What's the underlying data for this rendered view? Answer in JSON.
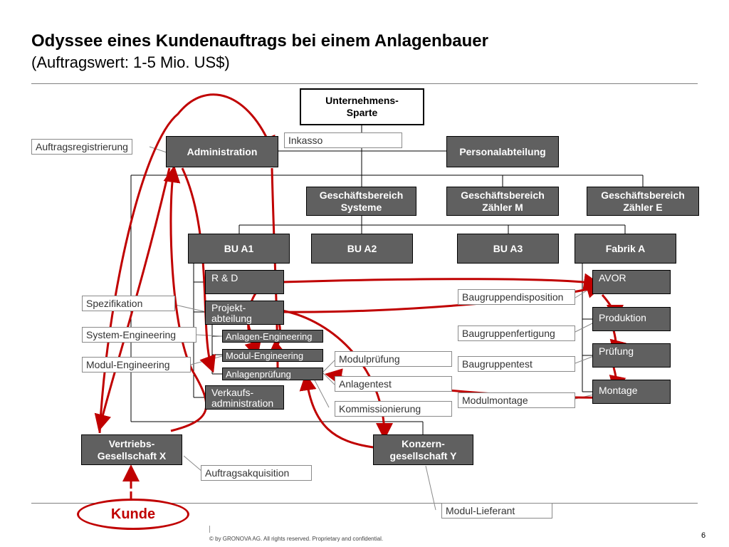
{
  "header": {
    "title": "Odyssee eines Kundenauftrags bei einem Anlagenbauer",
    "subtitle": "(Auftragswert: 1-5 Mio. US$)"
  },
  "org": {
    "top": "Unternehmens-\nSparte",
    "administration": "Administration",
    "personal": "Personalabteilung",
    "gb_systeme": "Geschäftsbereich\nSysteme",
    "gb_m": "Geschäftsbereich\nZähler M",
    "gb_e": "Geschäftsbereich\nZähler E",
    "bu_a1": "BU A1",
    "bu_a2": "BU A2",
    "bu_a3": "BU A3",
    "fabrik_a": "Fabrik A",
    "rd": "R & D",
    "projekt": "Projekt-\nabteilung",
    "anlagen_eng": "Anlagen-Engineering",
    "modul_eng": "Modul-Engineering",
    "anlagenpruefung": "Anlagenprüfung",
    "verkaufs": "Verkaufs-\nadministration",
    "avor": "AVOR",
    "produktion": "Produktion",
    "pruefung": "Prüfung",
    "montage": "Montage",
    "vertrieb": "Vertriebs-\nGesellschaft X",
    "konzern": "Konzern-\ngesellschaft Y"
  },
  "labels": {
    "auftragsregistrierung": "Auftragsregistrierung",
    "inkasso": "Inkasso",
    "spezifikation": "Spezifikation",
    "system_engineering": "System-Engineering",
    "modul_engineering": "Modul-Engineering",
    "modulpruefung": "Modulprüfung",
    "anlagentest": "Anlagentest",
    "kommissionierung": "Kommissionierung",
    "baugruppendisposition": "Baugruppendisposition",
    "baugruppenfertigung": "Baugruppenfertigung",
    "baugruppentest": "Baugruppentest",
    "modulmontage": "Modulmontage",
    "auftragsakquisition": "Auftragsakquisition",
    "modul_lieferant": "Modul-Lieferant"
  },
  "kunde": "Kunde",
  "footer": {
    "copyright": "© by GRONOVA AG. All rights reserved. Proprietary and confidential.",
    "page": "6"
  },
  "colors": {
    "box_fill": "#606060",
    "arrow": "#c00000",
    "label_border": "#8a8a8a"
  }
}
